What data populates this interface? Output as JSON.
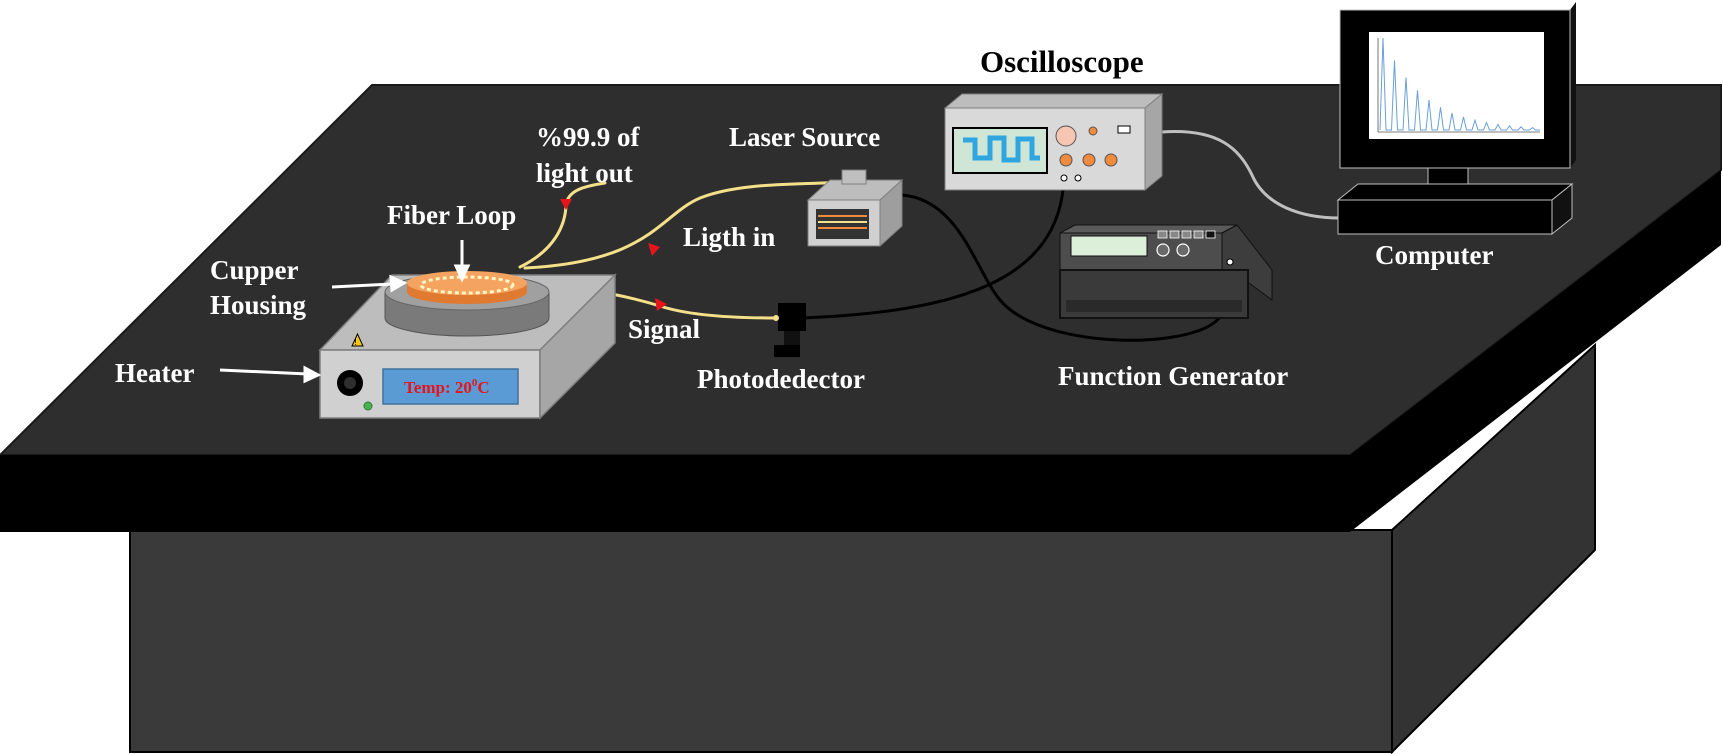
{
  "labels": {
    "oscilloscope": "Oscilloscope",
    "laser_source": "Laser Source",
    "light_out_line1": "%99.9 of",
    "light_out_line2": "light out",
    "fiber_loop": "Fiber Loop",
    "cupper_line1": "Cupper",
    "cupper_line2": "Housing",
    "heater": "Heater",
    "ligth_in": "Ligth in",
    "signal": "Signal",
    "photodedector": "Photodedector",
    "function_generator": "Function Generator",
    "computer": "Computer"
  },
  "heater_display": {
    "text": "Temp: 20",
    "unit_sup": "0",
    "unit": "C"
  },
  "colors": {
    "table_top": "#2e2e2e",
    "table_edge": "#000000",
    "table_body": "#3a3a3a",
    "fiber": "#f5e08a",
    "copper_ring": "#f08a3c",
    "arrow_red": "#e8141b",
    "heater_display": "#5b9bd5",
    "scope_screen": "#2fa6e0"
  },
  "icons": [
    "warning-icon",
    "knob-icon"
  ]
}
